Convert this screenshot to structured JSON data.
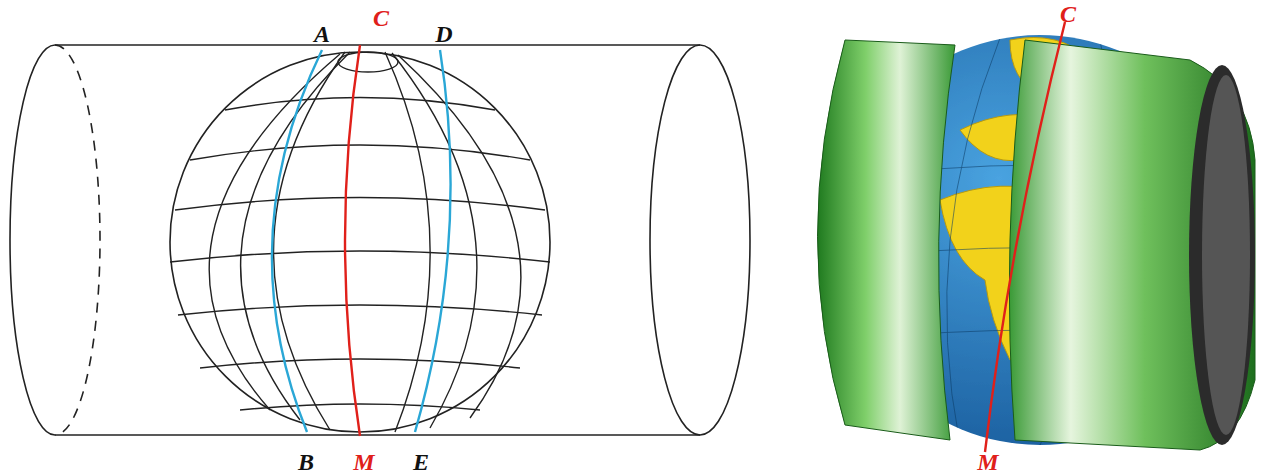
{
  "diagram": {
    "labels": [
      "A",
      "C",
      "D",
      "B",
      "M",
      "E",
      "C",
      "M"
    ]
  }
}
